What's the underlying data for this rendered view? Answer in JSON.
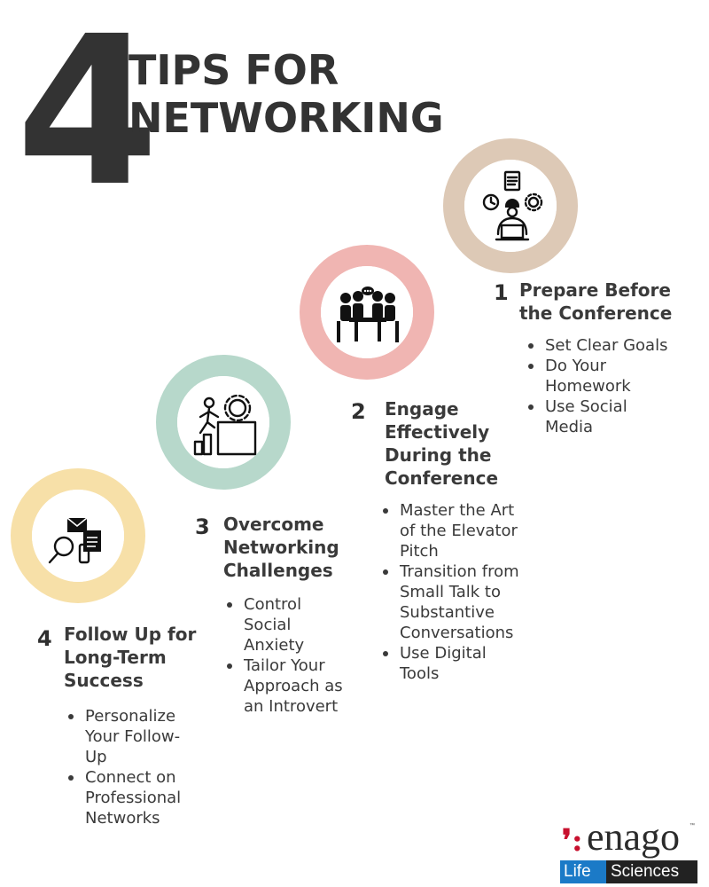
{
  "big_number": "4",
  "title_lines": [
    "TIPS FOR",
    "NETWORKING"
  ],
  "colors": {
    "path_gold": "#f4dca3",
    "path_beige": "#ddc9b6",
    "path_pink": "#f0b5b2",
    "path_teal": "#b7d8cb",
    "path_peach": "#f4c9a8",
    "text_dark": "#333333",
    "logo_red": "#c8102e",
    "logo_blue": "#1b7ac7"
  },
  "steps": [
    {
      "number": "1",
      "title_lines": [
        "Prepare Before",
        "the Conference"
      ],
      "icon": "strategy-person-icon",
      "items": [
        {
          "lines": [
            "Set Clear Goals"
          ]
        },
        {
          "lines": [
            "Do Your",
            "Homework"
          ]
        },
        {
          "lines": [
            "Use Social",
            "Media"
          ]
        }
      ]
    },
    {
      "number": "2",
      "title_lines": [
        "Engage",
        "Effectively",
        "During the",
        "Conference"
      ],
      "icon": "meeting-table-icon",
      "items": [
        {
          "lines": [
            "Master the Art",
            "of the Elevator",
            "Pitch"
          ]
        },
        {
          "lines": [
            "Transition from",
            "Small Talk to",
            "Substantive",
            "Conversations"
          ]
        },
        {
          "lines": [
            "Use Digital",
            "Tools"
          ]
        }
      ]
    },
    {
      "number": "3",
      "title_lines": [
        "Overcome",
        "Networking",
        "Challenges"
      ],
      "icon": "climbing-gear-icon",
      "items": [
        {
          "lines": [
            "Control",
            "Social",
            "Anxiety"
          ]
        },
        {
          "lines": [
            "Tailor Your",
            "Approach as",
            "an Introvert"
          ]
        }
      ]
    },
    {
      "number": "4",
      "title_lines": [
        "Follow Up for",
        "Long-Term",
        "Success"
      ],
      "icon": "search-message-icon",
      "items": [
        {
          "lines": [
            "Personalize",
            "Your Follow-",
            "Up"
          ]
        },
        {
          "lines": [
            "Connect on",
            "Professional",
            "Networks"
          ]
        }
      ]
    }
  ],
  "logo": {
    "word": "enago",
    "mark": "❜:",
    "tm": "™",
    "bar_left": "Life",
    "bar_right": "Sciences"
  }
}
